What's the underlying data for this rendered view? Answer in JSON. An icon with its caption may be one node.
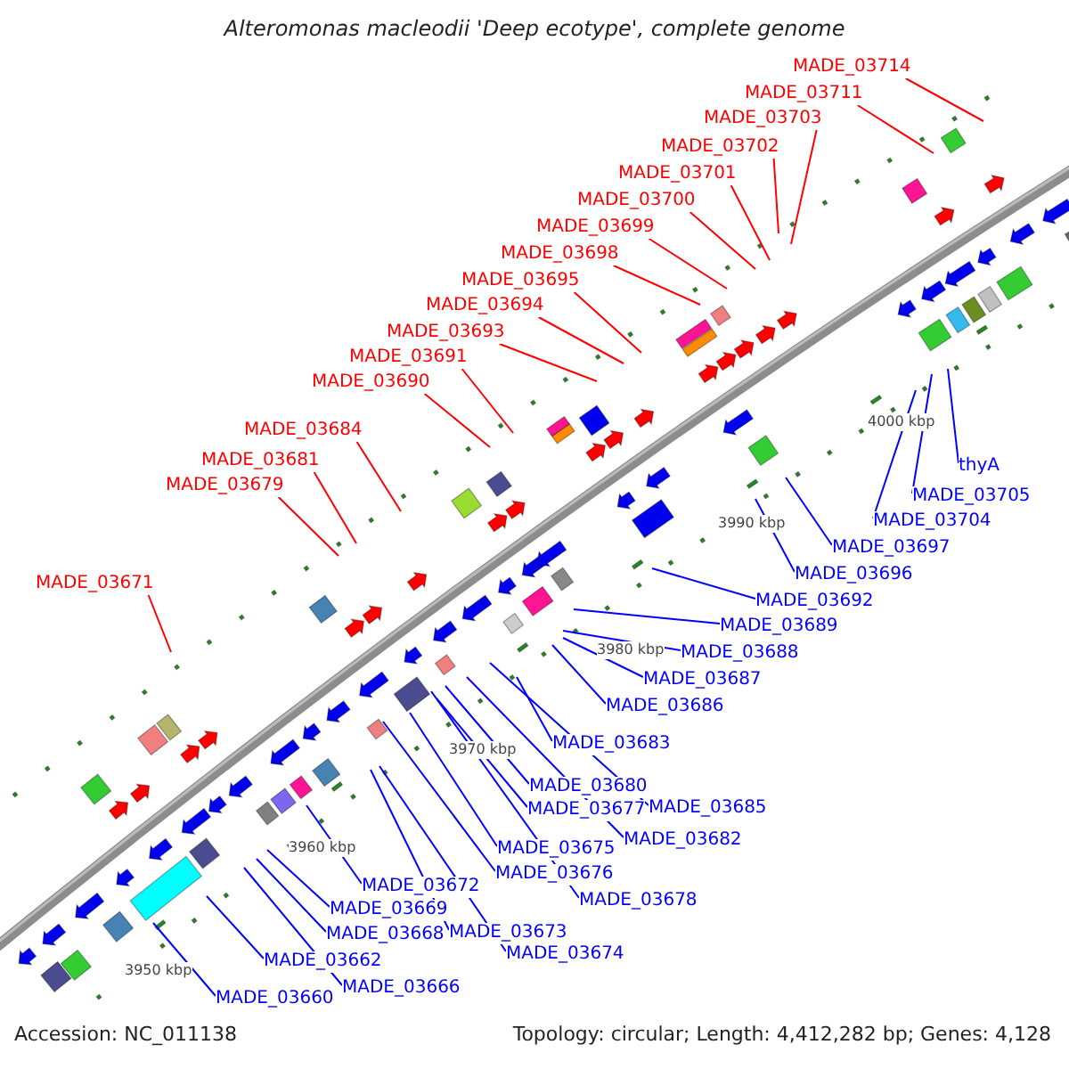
{
  "diagram": {
    "title": "Alteromonas macleodii 'Deep ecotype', complete genome",
    "nodes": [
      {
        "text": [
          "MADE_03714"
        ]
      },
      {
        "text": [
          "MADE_03711"
        ]
      },
      {
        "text": [
          "MADE_03703"
        ]
      },
      {
        "text": [
          "MADE_03702"
        ]
      },
      {
        "text": [
          "MADE_03701"
        ]
      },
      {
        "text": [
          "MADE_03700"
        ]
      },
      {
        "text": [
          "MADE_03699"
        ]
      },
      {
        "text": [
          "MADE_03698"
        ]
      },
      {
        "text": [
          "MADE_03695"
        ]
      },
      {
        "text": [
          "MADE_03694"
        ]
      },
      {
        "text": [
          "MADE_03693"
        ]
      },
      {
        "text": [
          "MADE_03691"
        ]
      },
      {
        "text": [
          "MADE_03690"
        ]
      },
      {
        "text": [
          "MADE_03684"
        ]
      },
      {
        "text": [
          "MADE_03681"
        ]
      },
      {
        "text": [
          "thyA"
        ]
      },
      {
        "text": [
          "MADE_03679"
        ]
      },
      {
        "text": [
          "MADE_03705"
        ]
      },
      {
        "text": [
          "MADE_03704"
        ]
      },
      {
        "text": [
          "MADE_03697"
        ]
      },
      {
        "text": [
          "MADE_03696"
        ]
      },
      {
        "text": [
          "MADE_03671"
        ]
      },
      {
        "text": [
          "MADE_03692"
        ]
      },
      {
        "text": [
          "MADE_03689"
        ]
      },
      {
        "text": [
          "MADE_03688"
        ]
      },
      {
        "text": [
          "MADE_03687"
        ]
      },
      {
        "text": [
          "MADE_03686"
        ]
      },
      {
        "text": [
          "MADE_03683"
        ]
      },
      {
        "text": [
          "MADE_03680"
        ]
      },
      {
        "text": [
          "MADE_03685"
        ]
      },
      {
        "text": [
          "MADE_03677"
        ]
      },
      {
        "text": [
          "MADE_03682"
        ]
      },
      {
        "text": [
          "MADE_03675"
        ]
      },
      {
        "text": [
          "MADE_03676"
        ]
      },
      {
        "text": [
          "MADE_03672"
        ]
      },
      {
        "text": [
          "MADE_03678"
        ]
      },
      {
        "text": [
          "MADE_03669"
        ]
      },
      {
        "text": [
          "MADE_03673"
        ]
      },
      {
        "text": [
          "MADE_03668"
        ]
      },
      {
        "text": [
          "MADE_03674"
        ]
      },
      {
        "text": [
          "MADE_03662"
        ]
      },
      {
        "text": [
          "MADE_03666"
        ]
      },
      {
        "text": [
          "MADE_03660"
        ]
      }
    ],
    "edges": [
      {
        "from": 0,
        "to": null,
        "arrow": "none",
        "color": "#ff0000"
      },
      {
        "from": 1,
        "to": null,
        "arrow": "none",
        "color": "#ff0000"
      },
      {
        "from": 2,
        "to": null,
        "arrow": "none",
        "color": "#ff0000"
      },
      {
        "from": 3,
        "to": null,
        "arrow": "none",
        "color": "#ff0000"
      },
      {
        "from": 4,
        "to": null,
        "arrow": "none",
        "color": "#ff0000"
      },
      {
        "from": 5,
        "to": null,
        "arrow": "none",
        "color": "#ff0000"
      },
      {
        "from": 6,
        "to": null,
        "arrow": "none",
        "color": "#ff0000"
      },
      {
        "from": 7,
        "to": null,
        "arrow": "none",
        "color": "#ff0000"
      },
      {
        "from": 8,
        "to": null,
        "arrow": "none",
        "color": "#ff0000"
      },
      {
        "from": 9,
        "to": null,
        "arrow": "none",
        "color": "#ff0000"
      },
      {
        "from": 10,
        "to": null,
        "arrow": "none",
        "color": "#ff0000"
      },
      {
        "from": 11,
        "to": null,
        "arrow": "none",
        "color": "#ff0000"
      },
      {
        "from": 12,
        "to": null,
        "arrow": "none",
        "color": "#ff0000"
      },
      {
        "from": 13,
        "to": null,
        "arrow": "none",
        "color": "#ff0000"
      },
      {
        "from": 14,
        "to": null,
        "arrow": "none",
        "color": "#ff0000"
      },
      {
        "from": 15,
        "to": null,
        "arrow": "none"
      },
      {
        "from": 16,
        "to": null,
        "arrow": "none",
        "color": "#ff0000"
      },
      {
        "from": 17,
        "to": null,
        "arrow": "none"
      },
      {
        "from": 18,
        "to": null,
        "arrow": "none"
      },
      {
        "from": 19,
        "to": null,
        "arrow": "none"
      },
      {
        "from": 20,
        "to": null,
        "arrow": "none"
      },
      {
        "from": 21,
        "to": null,
        "arrow": "none",
        "color": "#ff0000"
      },
      {
        "from": 22,
        "to": null,
        "arrow": "none"
      },
      {
        "from": 23,
        "to": null,
        "arrow": "none"
      },
      {
        "from": 24,
        "to": null,
        "arrow": "none"
      },
      {
        "from": 25,
        "to": null,
        "arrow": "none"
      },
      {
        "from": 26,
        "to": null,
        "arrow": "none"
      },
      {
        "from": 27,
        "to": null,
        "arrow": "none"
      },
      {
        "from": 28,
        "to": null,
        "arrow": "none"
      },
      {
        "from": 29,
        "to": null,
        "arrow": "none"
      },
      {
        "from": 30,
        "to": null,
        "arrow": "none"
      },
      {
        "from": 31,
        "to": null,
        "arrow": "none"
      },
      {
        "from": 32,
        "to": null,
        "arrow": "none"
      },
      {
        "from": 33,
        "to": null,
        "arrow": "none"
      },
      {
        "from": 34,
        "to": null,
        "arrow": "none"
      },
      {
        "from": 35,
        "to": null,
        "arrow": "none"
      },
      {
        "from": 36,
        "to": null,
        "arrow": "none"
      },
      {
        "from": 37,
        "to": null,
        "arrow": "none"
      },
      {
        "from": 38,
        "to": null,
        "arrow": "none"
      },
      {
        "from": 39,
        "to": null,
        "arrow": "none"
      },
      {
        "from": 40,
        "to": null,
        "arrow": "none"
      },
      {
        "from": 41,
        "to": null,
        "arrow": "none"
      },
      {
        "from": 42,
        "to": null,
        "arrow": "none"
      }
    ],
    "labels": [
      "4000 kbp",
      "3990 kbp",
      "3980 kbp",
      "3970 kbp",
      "3960 kbp",
      "3950 kbp",
      "Accession: NC_011138",
      "Topology: circular; Length: 4,412,282 bp; Genes: 4,128"
    ]
  }
}
